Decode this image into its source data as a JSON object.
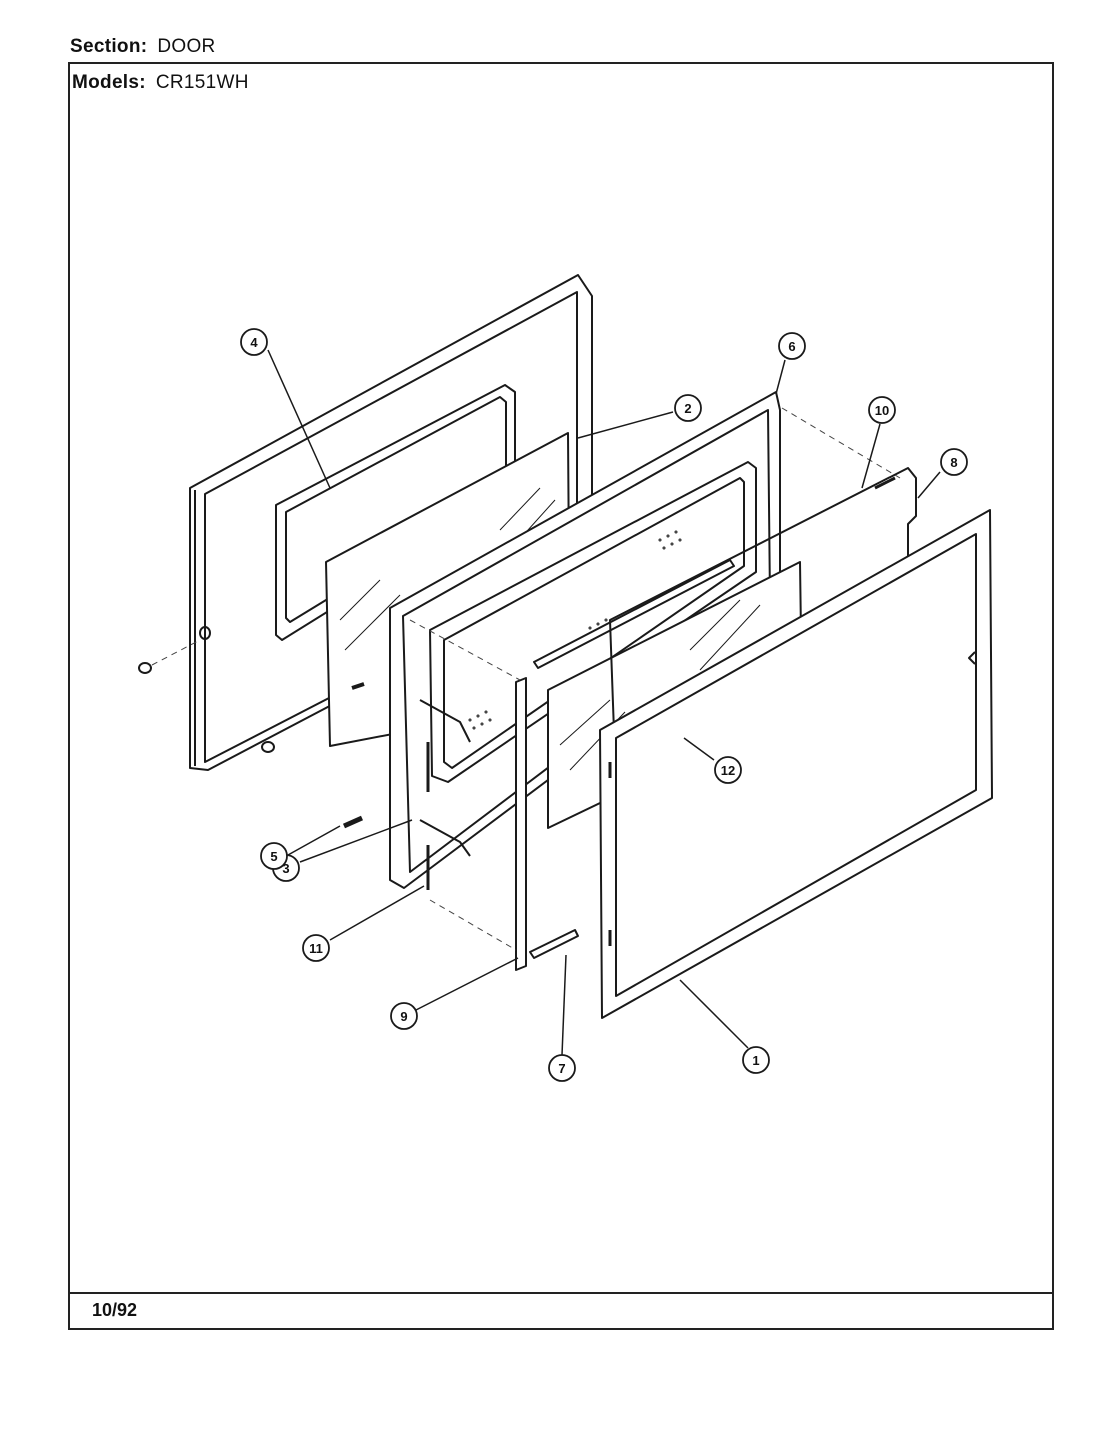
{
  "header": {
    "section_label": "Section:",
    "section_value": "DOOR",
    "models_label": "Models:",
    "models_value": "CR151WH"
  },
  "footer": {
    "date": "10/92"
  },
  "callouts": [
    "1",
    "2",
    "3",
    "4",
    "5",
    "6",
    "7",
    "8",
    "9",
    "10",
    "11",
    "12"
  ]
}
